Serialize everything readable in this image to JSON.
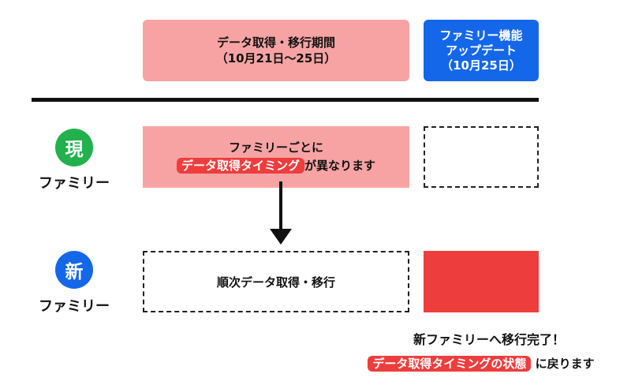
{
  "header": {
    "migration_title": "データ取得・移行期間",
    "migration_dates": "（10月21日〜25日）",
    "update_line1": "ファミリー機能",
    "update_line2": "アップデート",
    "update_date": "（10月25日）"
  },
  "current": {
    "badge": "現",
    "label": "ファミリー",
    "line1": "ファミリーごとに",
    "highlight": "データ取得タイミング",
    "line2_suffix": "が異なります"
  },
  "new": {
    "badge": "新",
    "label": "ファミリー",
    "sequential": "順次データ取得・移行"
  },
  "footer": {
    "completion": "新ファミリーへ移行完了！",
    "highlight": "データ取得タイミングの状態",
    "suffix": "に戻ります"
  },
  "colors": {
    "pink": "#f7a3a3",
    "blue": "#1467e8",
    "green": "#22b14c",
    "red": "#ee3d3d"
  }
}
